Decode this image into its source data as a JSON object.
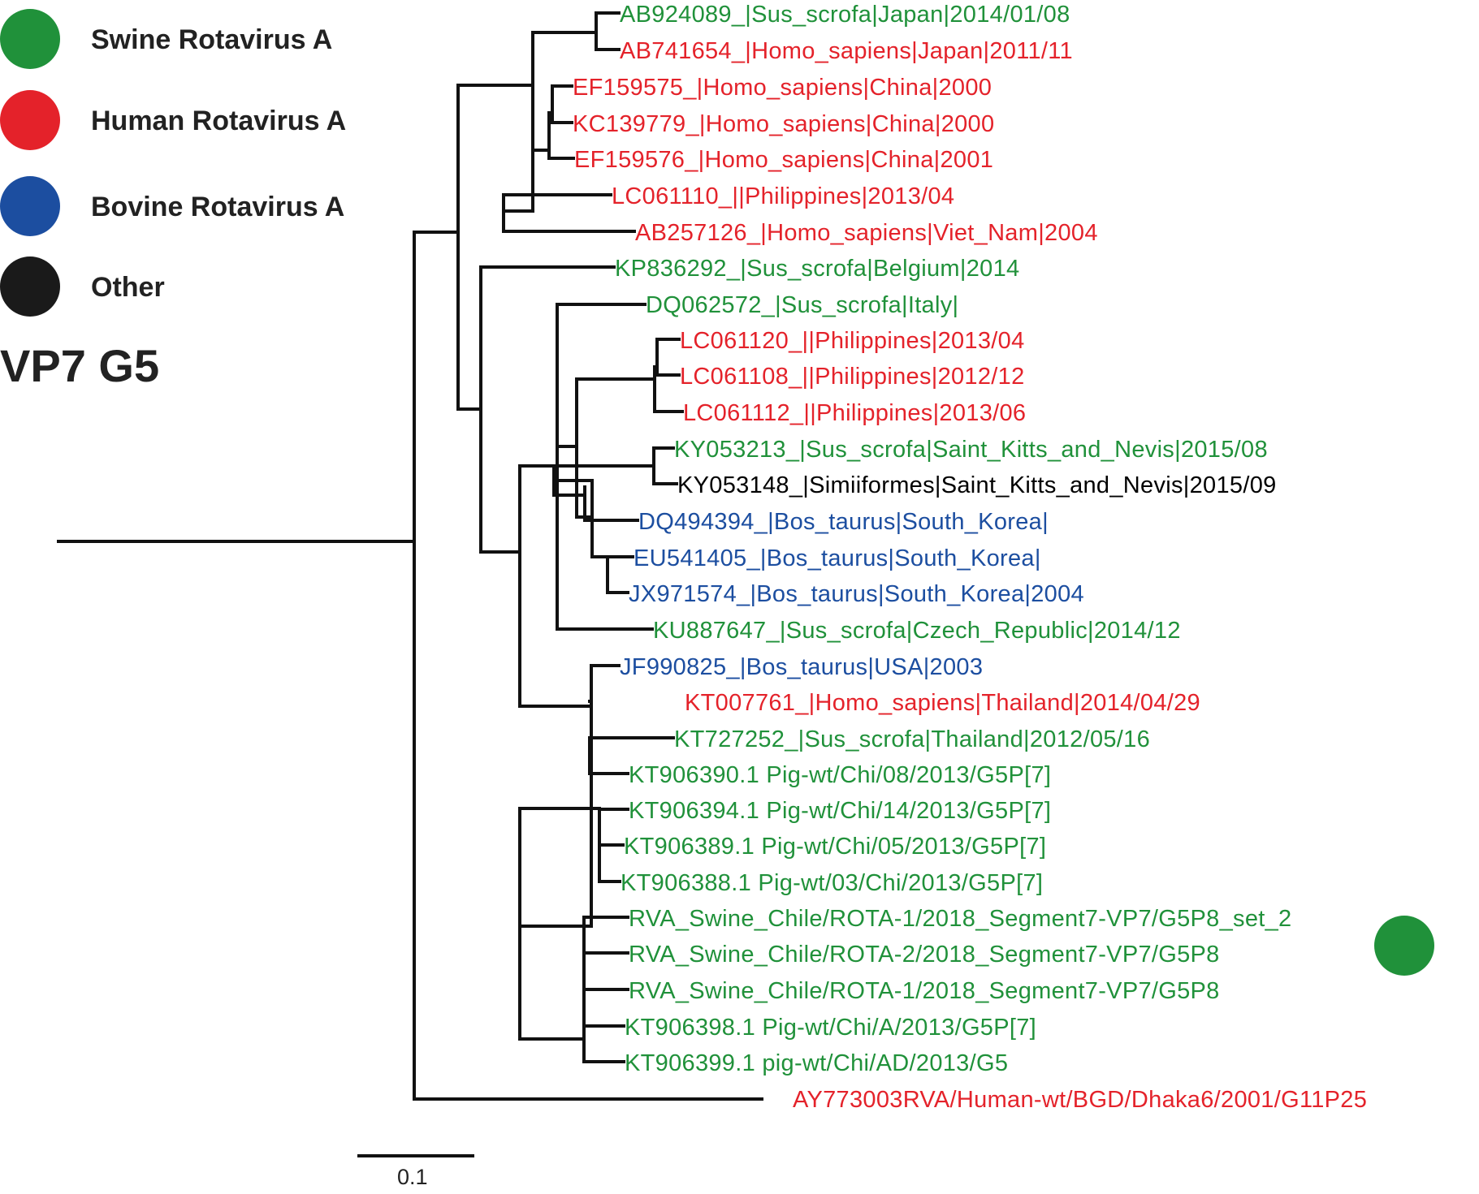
{
  "colors": {
    "swine": "#20913a",
    "human": "#e4222a",
    "bovine": "#1c4ea0",
    "other": "#000000",
    "line": "#111111"
  },
  "legend": [
    {
      "label": "Swine Rotavirus A",
      "color": "#20913a"
    },
    {
      "label": "Human Rotavirus A",
      "color": "#e4222a"
    },
    {
      "label": "Bovine Rotavirus A",
      "color": "#1c4ea0"
    },
    {
      "label": "Other",
      "color": "#1a1a1a"
    }
  ],
  "title": "VP7 G5",
  "scale_bar": {
    "label": "0.1"
  },
  "leaves": [
    {
      "text": "AB924089_|Sus_scrofa|Japan|2014/01/08",
      "color": "#20913a"
    },
    {
      "text": "AB741654_|Homo_sapiens|Japan|2011/11",
      "color": "#e4222a"
    },
    {
      "text": "EF159575_|Homo_sapiens|China|2000",
      "color": "#e4222a"
    },
    {
      "text": "KC139779_|Homo_sapiens|China|2000",
      "color": "#e4222a"
    },
    {
      "text": "EF159576_|Homo_sapiens|China|2001",
      "color": "#e4222a"
    },
    {
      "text": "LC061110_||Philippines|2013/04",
      "color": "#e4222a"
    },
    {
      "text": "AB257126_|Homo_sapiens|Viet_Nam|2004",
      "color": "#e4222a"
    },
    {
      "text": "KP836292_|Sus_scrofa|Belgium|2014",
      "color": "#20913a"
    },
    {
      "text": "DQ062572_|Sus_scrofa|Italy|",
      "color": "#20913a"
    },
    {
      "text": "LC061120_||Philippines|2013/04",
      "color": "#e4222a"
    },
    {
      "text": "LC061108_||Philippines|2012/12",
      "color": "#e4222a"
    },
    {
      "text": "LC061112_||Philippines|2013/06",
      "color": "#e4222a"
    },
    {
      "text": "KY053213_|Sus_scrofa|Saint_Kitts_and_Nevis|2015/08",
      "color": "#20913a"
    },
    {
      "text": "KY053148_|Simiiformes|Saint_Kitts_and_Nevis|2015/09",
      "color": "#000000"
    },
    {
      "text": "DQ494394_|Bos_taurus|South_Korea|",
      "color": "#1c4ea0"
    },
    {
      "text": "EU541405_|Bos_taurus|South_Korea|",
      "color": "#1c4ea0"
    },
    {
      "text": "JX971574_|Bos_taurus|South_Korea|2004",
      "color": "#1c4ea0"
    },
    {
      "text": "KU887647_|Sus_scrofa|Czech_Republic|2014/12",
      "color": "#20913a"
    },
    {
      "text": "JF990825_|Bos_taurus|USA|2003",
      "color": "#1c4ea0"
    },
    {
      "text": "KT007761_|Homo_sapiens|Thailand|2014/04/29",
      "color": "#e4222a"
    },
    {
      "text": "KT727252_|Sus_scrofa|Thailand|2012/05/16",
      "color": "#20913a"
    },
    {
      "text": "KT906390.1 Pig-wt/Chi/08/2013/G5P[7]",
      "color": "#20913a"
    },
    {
      "text": "KT906394.1 Pig-wt/Chi/14/2013/G5P[7]",
      "color": "#20913a"
    },
    {
      "text": "KT906389.1 Pig-wt/Chi/05/2013/G5P[7]",
      "color": "#20913a"
    },
    {
      "text": "KT906388.1 Pig-wt/03/Chi/2013/G5P[7]",
      "color": "#20913a"
    },
    {
      "text": "RVA_Swine_Chile/ROTA-1/2018_Segment7-VP7/G5P8_set_2",
      "color": "#20913a"
    },
    {
      "text": "RVA_Swine_Chile/ROTA-2/2018_Segment7-VP7/G5P8",
      "color": "#20913a"
    },
    {
      "text": "RVA_Swine_Chile/ROTA-1/2018_Segment7-VP7/G5P8",
      "color": "#20913a"
    },
    {
      "text": "KT906398.1 Pig-wt/Chi/A/2013/G5P[7]",
      "color": "#20913a"
    },
    {
      "text": "KT906399.1 pig-wt/Chi/AD/2013/G5",
      "color": "#20913a"
    },
    {
      "text": "AY773003RVA/Human-wt/BGD/Dhaka6/2001/G11P25",
      "color": "#e4222a"
    }
  ],
  "highlight_marker": {
    "color": "#20913a"
  }
}
